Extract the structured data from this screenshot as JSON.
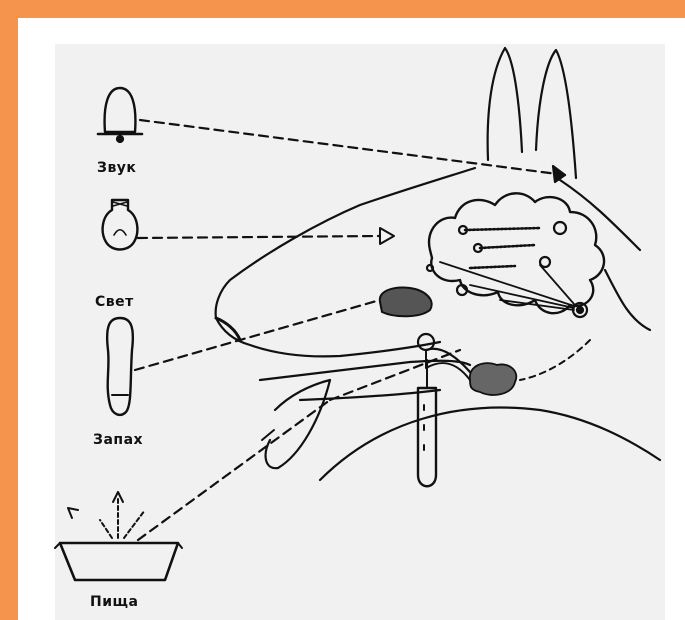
{
  "labels": {
    "sound": "Звук",
    "light": "Свет",
    "smell": "Запах",
    "food": "Пища"
  },
  "colors": {
    "border": "#f5954d",
    "paper": "#f1f1f1",
    "ink": "#111111"
  },
  "icons": [
    "bell-icon",
    "light-bulb-icon",
    "smell-source-icon",
    "food-bowl-icon",
    "dog-head-illustration",
    "test-tube-icon"
  ]
}
